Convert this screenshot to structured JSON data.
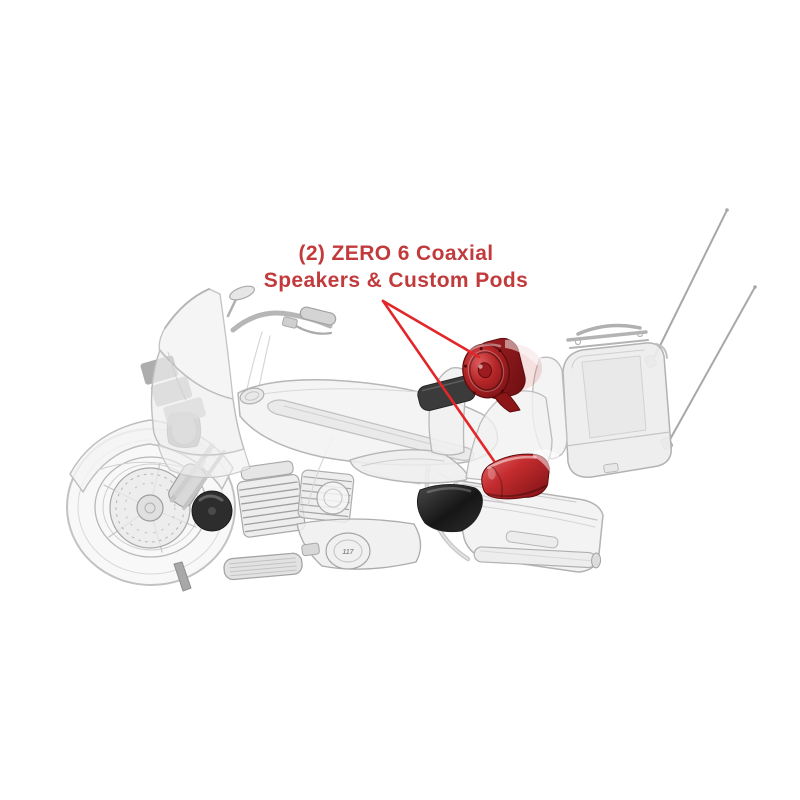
{
  "page": {
    "background_color": "#ffffff",
    "kind": "product feature callout illustration"
  },
  "annotation": {
    "line1": "(2) ZERO 6 Coaxial",
    "line2": "Speakers & Custom Pods",
    "text_color": "#c23b3c",
    "leader_line_color": "#e2262a"
  },
  "illustration": {
    "subject": "ghosted-motorcycle-side-view",
    "style": "transparent gray technical line art, front facing left",
    "engine_badge": "117",
    "line_color": "#b8b8b8",
    "dark_part_color": "#3b3b3b",
    "highlight_red_bright": "#d24345",
    "highlight_red_dark": "#7c1114",
    "highlighted_parts": [
      "rear-speaker-pod-upper",
      "rear-speaker-pod-lower"
    ]
  }
}
